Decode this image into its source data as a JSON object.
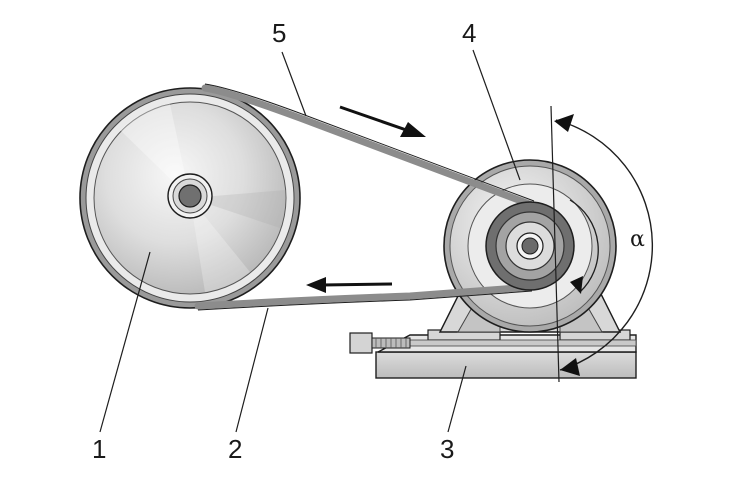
{
  "labels": {
    "large_pulley": "1",
    "lower_belt_run": "2",
    "base_rail": "3",
    "motor_pulley": "4",
    "upper_belt_run": "5"
  },
  "angle_symbol": "α",
  "colors": {
    "belt": "#8c8c8c",
    "outline": "#1e1e1e",
    "metal_light": "#f4f4f4",
    "metal_mid": "#c8c8c8",
    "hub_dark": "#6f6f6f",
    "base": "#cfcfcf",
    "arrow": "#111111"
  }
}
